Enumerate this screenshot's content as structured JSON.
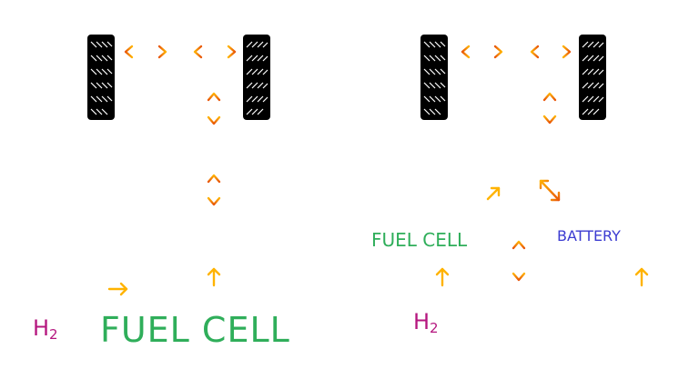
{
  "colors": {
    "arrow_light": "#ffb300",
    "arrow_dark": "#e8560a",
    "fuel_cell": "#2fae5a",
    "h2": "#b5177f",
    "battery": "#3b3bd1",
    "tire": "#000000",
    "tread": "#ffffff"
  },
  "left_panel": {
    "h2_label": "H",
    "h2_subscript": "2",
    "fuel_cell_label": "FUEL CELL"
  },
  "right_panel": {
    "h2_label": "H",
    "h2_subscript": "2",
    "fuel_cell_label": "FUEL CELL",
    "battery_label": "BATTERY"
  }
}
